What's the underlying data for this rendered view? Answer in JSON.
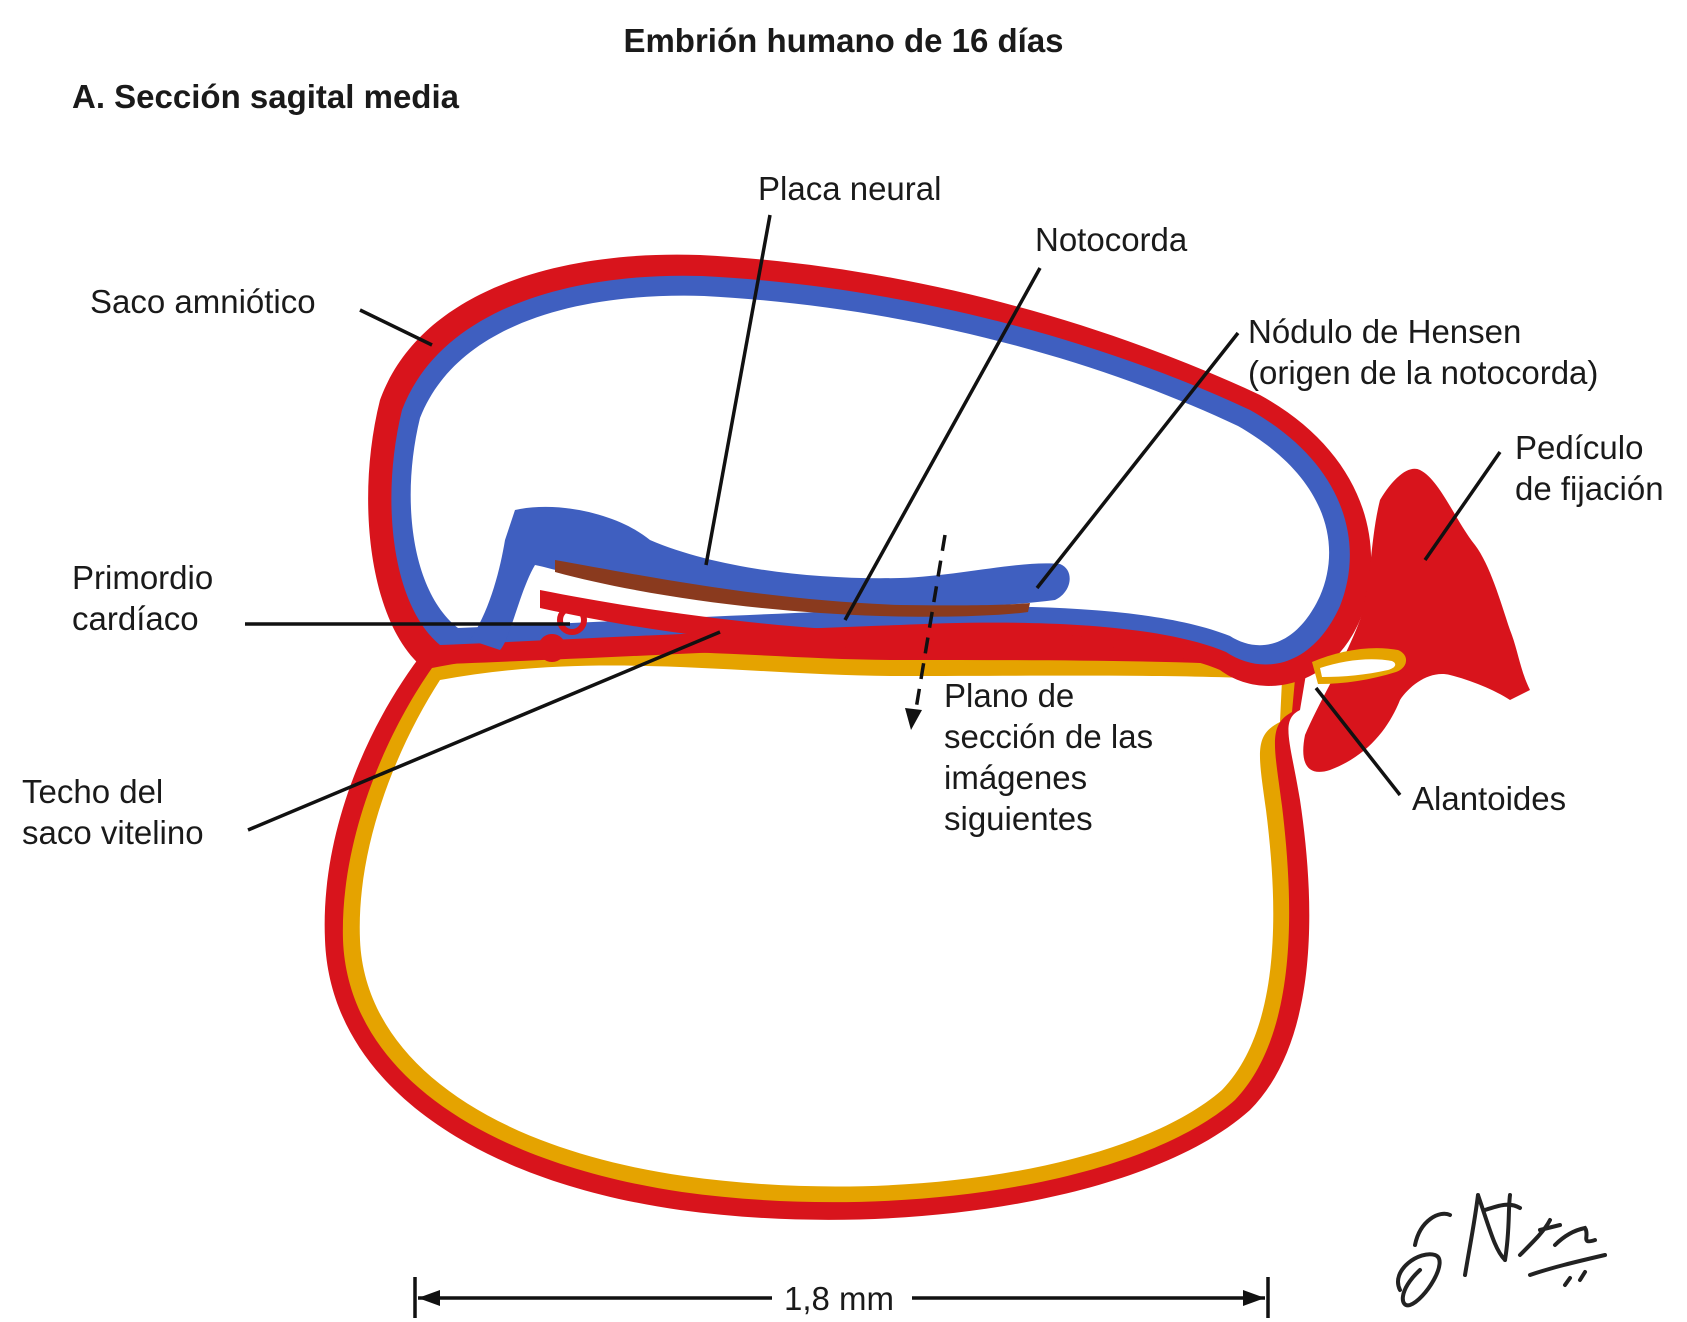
{
  "title": "Embrión humano de 16 días",
  "subtitle": "A. Sección sagital media",
  "labels": {
    "placa_neural": "Placa neural",
    "notocorda": "Notocorda",
    "saco_amniotico": "Saco amniótico",
    "nodulo_hensen_1": "Nódulo de Hensen",
    "nodulo_hensen_2": "(origen de la notocorda)",
    "pediculo_1": "Pedículo",
    "pediculo_2": "de fijación",
    "primordio_1": "Primordio",
    "primordio_2": "cardíaco",
    "plano_1": "Plano de",
    "plano_2": "sección de las",
    "plano_3": "imágenes",
    "plano_4": "siguientes",
    "techo_1": "Techo del",
    "techo_2": "saco vitelino",
    "alantoides": "Alantoides"
  },
  "scale_bar": "1,8 mm",
  "signature": "F. Netter M.D.",
  "colors": {
    "ectoderm": "#3f5fc0",
    "mesoderm": "#d8141c",
    "endoderm": "#e5a300",
    "notochord": "#8a3a1e",
    "line": "#111111"
  }
}
